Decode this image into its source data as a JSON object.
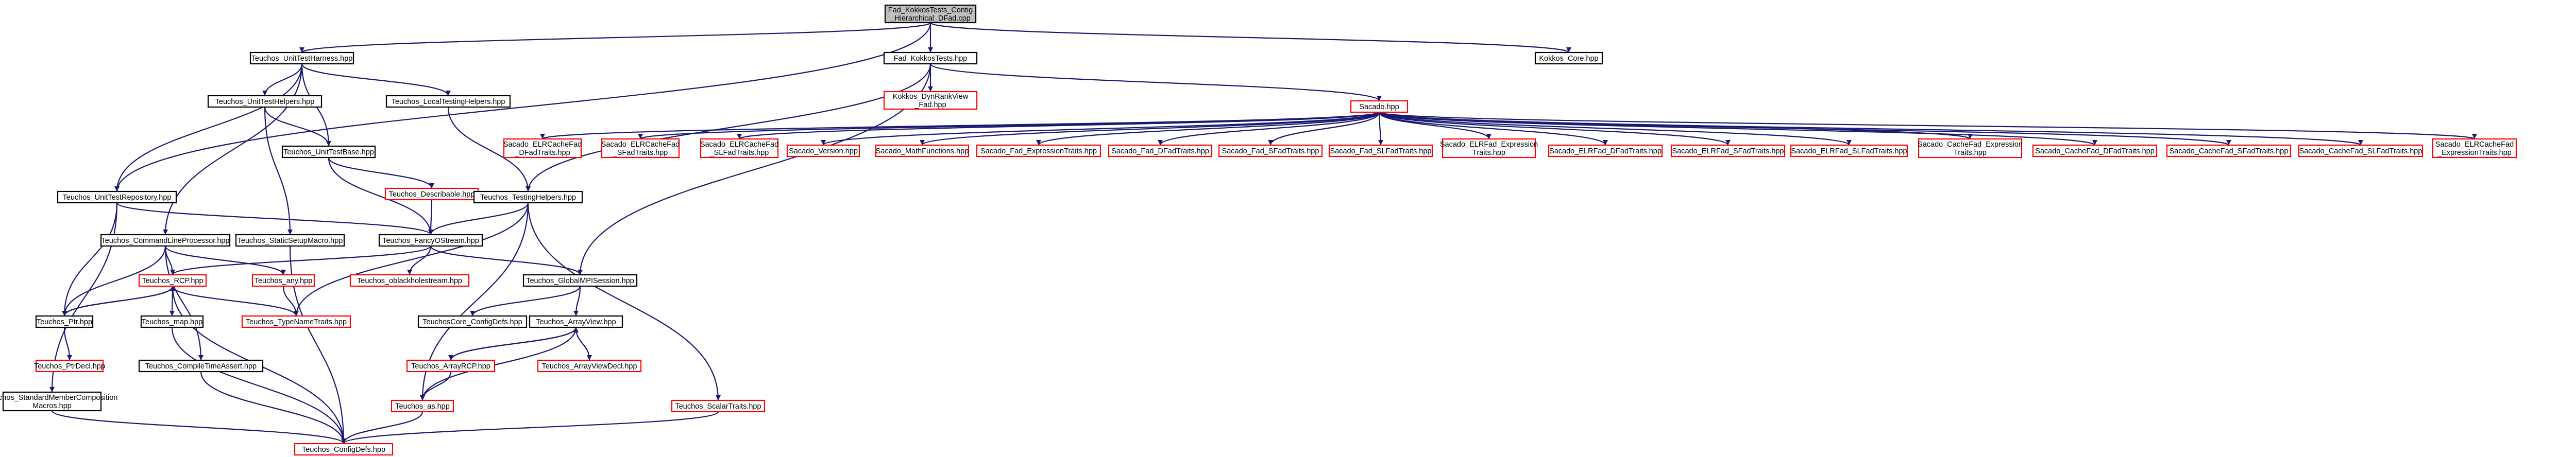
{
  "colors": {
    "edge": "#191970",
    "node_border_normal": "#000000",
    "node_border_truncated": "#ff0000",
    "node_fill": "#ffffff",
    "root_fill": "#bfbfbf",
    "text": "#000000"
  },
  "root": {
    "lines": [
      "Fad_KokkosTests_Contig",
      "_Hierarchical_DFad.cpp"
    ]
  },
  "nodes": [
    {
      "id": "uth",
      "lines": [
        "Teuchos_UnitTestHarness.hpp"
      ]
    },
    {
      "id": "fkt",
      "lines": [
        "Fad_KokkosTests.hpp"
      ]
    },
    {
      "id": "kcore",
      "lines": [
        "Kokkos_Core.hpp"
      ]
    },
    {
      "id": "uthelp",
      "lines": [
        "Teuchos_UnitTestHelpers.hpp"
      ]
    },
    {
      "id": "lth",
      "lines": [
        "Teuchos_LocalTestingHelpers.hpp"
      ]
    },
    {
      "id": "dynrank",
      "lines": [
        "Kokkos_DynRankView",
        "_Fad.hpp"
      ],
      "red": true
    },
    {
      "id": "sacado",
      "lines": [
        "Sacado.hpp"
      ],
      "red": true
    },
    {
      "id": "elrcache",
      "lines": [
        "Sacado_ELRCacheFad",
        "_DFadTraits.hpp"
      ],
      "red": true
    },
    {
      "id": "elrcachesfad",
      "lines": [
        "Sacado_ELRCacheFad",
        "_SFadTraits.hpp"
      ],
      "red": true
    },
    {
      "id": "elrcacheslfad",
      "lines": [
        "Sacado_ELRCacheFad",
        "_SLFadTraits.hpp"
      ],
      "red": true
    },
    {
      "id": "ver",
      "lines": [
        "Sacado_Version.hpp"
      ],
      "red": true
    },
    {
      "id": "math",
      "lines": [
        "Sacado_MathFunctions.hpp"
      ],
      "red": true
    },
    {
      "id": "fadexpr",
      "lines": [
        "Sacado_Fad_ExpressionTraits.hpp"
      ],
      "red": true
    },
    {
      "id": "faddfad",
      "lines": [
        "Sacado_Fad_DFadTraits.hpp"
      ],
      "red": true
    },
    {
      "id": "fadsfad",
      "lines": [
        "Sacado_Fad_SFadTraits.hpp"
      ],
      "red": true
    },
    {
      "id": "fadslfad",
      "lines": [
        "Sacado_Fad_SLFadTraits.hpp"
      ],
      "red": true
    },
    {
      "id": "elrexpr",
      "lines": [
        "Sacado_ELRFad_Expression",
        "Traits.hpp"
      ],
      "red": true
    },
    {
      "id": "elrdfad",
      "lines": [
        "Sacado_ELRFad_DFadTraits.hpp"
      ],
      "red": true
    },
    {
      "id": "elrsfad",
      "lines": [
        "Sacado_ELRFad_SFadTraits.hpp"
      ],
      "red": true
    },
    {
      "id": "elrslfad",
      "lines": [
        "Sacado_ELRFad_SLFadTraits.hpp"
      ],
      "red": true
    },
    {
      "id": "cacheexpr",
      "lines": [
        "Sacado_CacheFad_Expression",
        "Traits.hpp"
      ],
      "red": true
    },
    {
      "id": "cachedfad",
      "lines": [
        "Sacado_CacheFad_DFadTraits.hpp"
      ],
      "red": true
    },
    {
      "id": "cachesfad",
      "lines": [
        "Sacado_CacheFad_SFadTraits.hpp"
      ],
      "red": true
    },
    {
      "id": "cacheslfad",
      "lines": [
        "Sacado_CacheFad_SLFadTraits.hpp"
      ],
      "red": true
    },
    {
      "id": "elrcacheexpr",
      "lines": [
        "Sacado_ELRCacheFad",
        "_ExpressionTraits.hpp"
      ],
      "red": true
    },
    {
      "id": "utb",
      "lines": [
        "Teuchos_UnitTestBase.hpp"
      ]
    },
    {
      "id": "describable",
      "lines": [
        "Teuchos_Describable.hpp"
      ],
      "red": true
    },
    {
      "id": "utr",
      "lines": [
        "Teuchos_UnitTestRepository.hpp"
      ]
    },
    {
      "id": "testhelp",
      "lines": [
        "Teuchos_TestingHelpers.hpp"
      ]
    },
    {
      "id": "clp",
      "lines": [
        "Teuchos_CommandLineProcessor.hpp"
      ]
    },
    {
      "id": "ssm",
      "lines": [
        "Teuchos_StaticSetupMacro.hpp"
      ]
    },
    {
      "id": "fos",
      "lines": [
        "Teuchos_FancyOStream.hpp"
      ]
    },
    {
      "id": "rcp",
      "lines": [
        "Teuchos_RCP.hpp"
      ],
      "red": true
    },
    {
      "id": "any",
      "lines": [
        "Teuchos_any.hpp"
      ],
      "red": true
    },
    {
      "id": "oblack",
      "lines": [
        "Teuchos_oblackholestream.hpp"
      ],
      "red": true
    },
    {
      "id": "gmpi",
      "lines": [
        "Teuchos_GlobalMPISession.hpp"
      ]
    },
    {
      "id": "ptr",
      "lines": [
        "Teuchos_Ptr.hpp"
      ]
    },
    {
      "id": "map",
      "lines": [
        "Teuchos_map.hpp"
      ]
    },
    {
      "id": "tnt",
      "lines": [
        "Teuchos_TypeNameTraits.hpp"
      ],
      "red": true
    },
    {
      "id": "tcd",
      "lines": [
        "TeuchosCore_ConfigDefs.hpp"
      ]
    },
    {
      "id": "av",
      "lines": [
        "Teuchos_ArrayView.hpp"
      ]
    },
    {
      "id": "ptrdecl",
      "lines": [
        "Teuchos_PtrDecl.hpp"
      ],
      "red": true
    },
    {
      "id": "cta",
      "lines": [
        "Teuchos_CompileTimeAssert.hpp"
      ]
    },
    {
      "id": "arcp",
      "lines": [
        "Teuchos_ArrayRCP.hpp"
      ],
      "red": true
    },
    {
      "id": "avdecl",
      "lines": [
        "Teuchos_ArrayViewDecl.hpp"
      ],
      "red": true
    },
    {
      "id": "smcm",
      "lines": [
        "Teuchos_StandardMemberComposition",
        "Macros.hpp"
      ]
    },
    {
      "id": "asfn",
      "lines": [
        "Teuchos_as.hpp"
      ],
      "red": true
    },
    {
      "id": "st",
      "lines": [
        "Teuchos_ScalarTraits.hpp"
      ],
      "red": true
    },
    {
      "id": "cfg",
      "lines": [
        "Teuchos_ConfigDefs.hpp"
      ],
      "red": true
    }
  ],
  "edges": [
    [
      "root",
      "uth"
    ],
    [
      "root",
      "fkt"
    ],
    [
      "root",
      "kcore"
    ],
    [
      "root",
      "utr"
    ],
    [
      "uth",
      "uthelp"
    ],
    [
      "uth",
      "lth"
    ],
    [
      "uth",
      "utb"
    ],
    [
      "uth",
      "utr"
    ],
    [
      "uth",
      "clp"
    ],
    [
      "fkt",
      "dynrank"
    ],
    [
      "fkt",
      "sacado"
    ],
    [
      "fkt",
      "testhelp"
    ],
    [
      "fkt",
      "gmpi"
    ],
    [
      "uthelp",
      "utb"
    ],
    [
      "uthelp",
      "ssm"
    ],
    [
      "lth",
      "testhelp"
    ],
    [
      "sacado",
      "elrcache"
    ],
    [
      "sacado",
      "elrcachesfad"
    ],
    [
      "sacado",
      "elrcacheslfad"
    ],
    [
      "sacado",
      "ver"
    ],
    [
      "sacado",
      "math"
    ],
    [
      "sacado",
      "fadexpr"
    ],
    [
      "sacado",
      "faddfad"
    ],
    [
      "sacado",
      "fadsfad"
    ],
    [
      "sacado",
      "fadslfad"
    ],
    [
      "sacado",
      "elrexpr"
    ],
    [
      "sacado",
      "elrdfad"
    ],
    [
      "sacado",
      "elrsfad"
    ],
    [
      "sacado",
      "elrslfad"
    ],
    [
      "sacado",
      "cacheexpr"
    ],
    [
      "sacado",
      "cachedfad"
    ],
    [
      "sacado",
      "cachesfad"
    ],
    [
      "sacado",
      "cacheslfad"
    ],
    [
      "sacado",
      "elrcacheexpr"
    ],
    [
      "utb",
      "describable"
    ],
    [
      "utb",
      "fos"
    ],
    [
      "describable",
      "fos"
    ],
    [
      "utr",
      "fos"
    ],
    [
      "utr",
      "ptr"
    ],
    [
      "utr",
      "smcm"
    ],
    [
      "testhelp",
      "fos"
    ],
    [
      "testhelp",
      "tnt"
    ],
    [
      "testhelp",
      "asfn"
    ],
    [
      "testhelp",
      "st"
    ],
    [
      "clp",
      "rcp"
    ],
    [
      "clp",
      "any"
    ],
    [
      "clp",
      "ptr"
    ],
    [
      "clp",
      "cta"
    ],
    [
      "ssm",
      "cfg"
    ],
    [
      "fos",
      "rcp"
    ],
    [
      "fos",
      "oblack"
    ],
    [
      "fos",
      "gmpi"
    ],
    [
      "rcp",
      "ptr"
    ],
    [
      "rcp",
      "map"
    ],
    [
      "rcp",
      "tnt"
    ],
    [
      "rcp",
      "cfg"
    ],
    [
      "ptr",
      "rcp"
    ],
    [
      "ptr",
      "ptrdecl"
    ],
    [
      "any",
      "tnt"
    ],
    [
      "map",
      "cfg"
    ],
    [
      "gmpi",
      "tcd"
    ],
    [
      "gmpi",
      "av"
    ],
    [
      "av",
      "arcp"
    ],
    [
      "av",
      "avdecl"
    ],
    [
      "av",
      "asfn"
    ],
    [
      "arcp",
      "av"
    ],
    [
      "arcp",
      "asfn"
    ],
    [
      "asfn",
      "cfg"
    ],
    [
      "cta",
      "cfg"
    ],
    [
      "smcm",
      "cfg"
    ],
    [
      "st",
      "cfg"
    ]
  ]
}
